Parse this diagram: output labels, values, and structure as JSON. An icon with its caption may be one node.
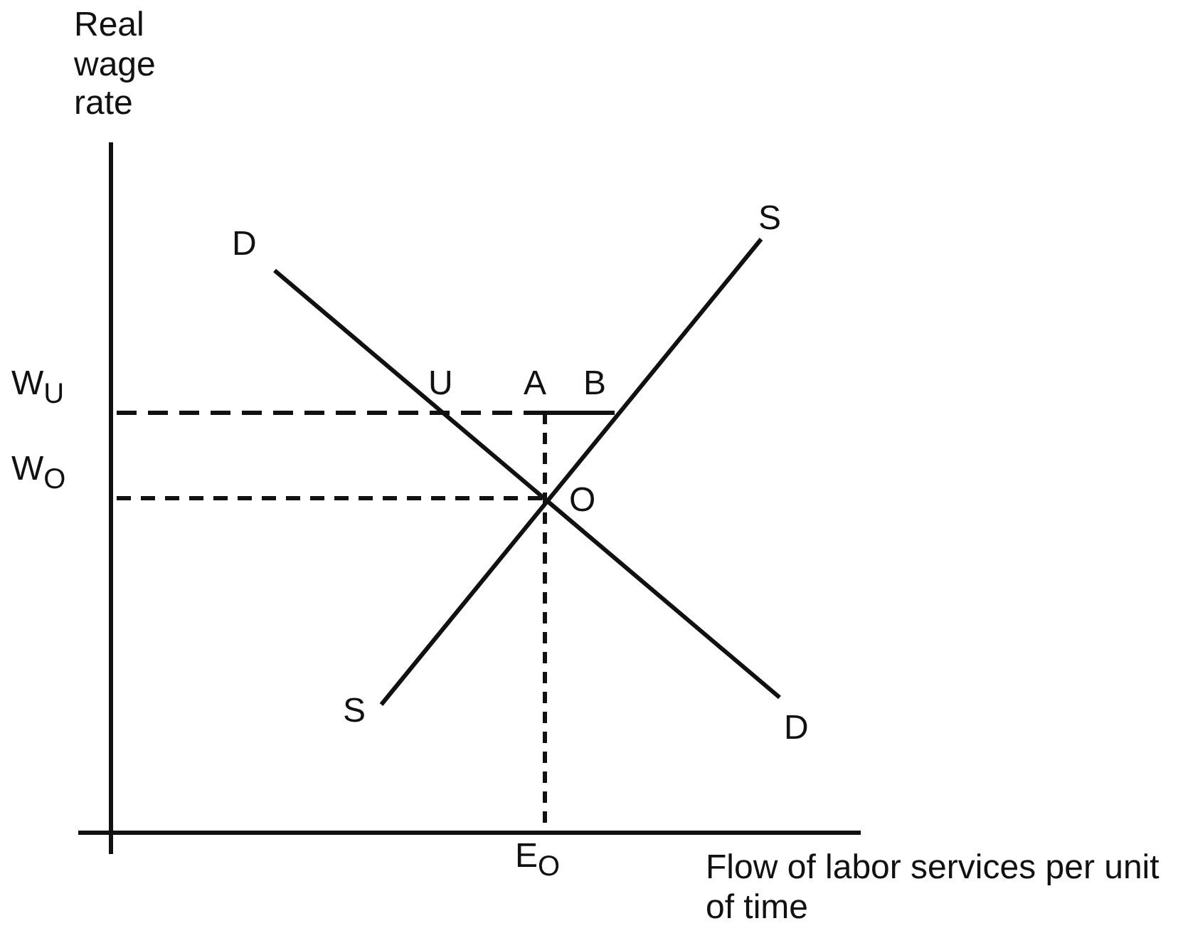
{
  "diagram": {
    "labels": [
      "Real wage rate",
      "D",
      "S",
      "W$_{U}$",
      "U",
      "A",
      "B",
      "W$_{O}$",
      "O",
      "S",
      "D",
      "E$_{O}$",
      "Flow of labor services per unit of time"
    ]
  }
}
